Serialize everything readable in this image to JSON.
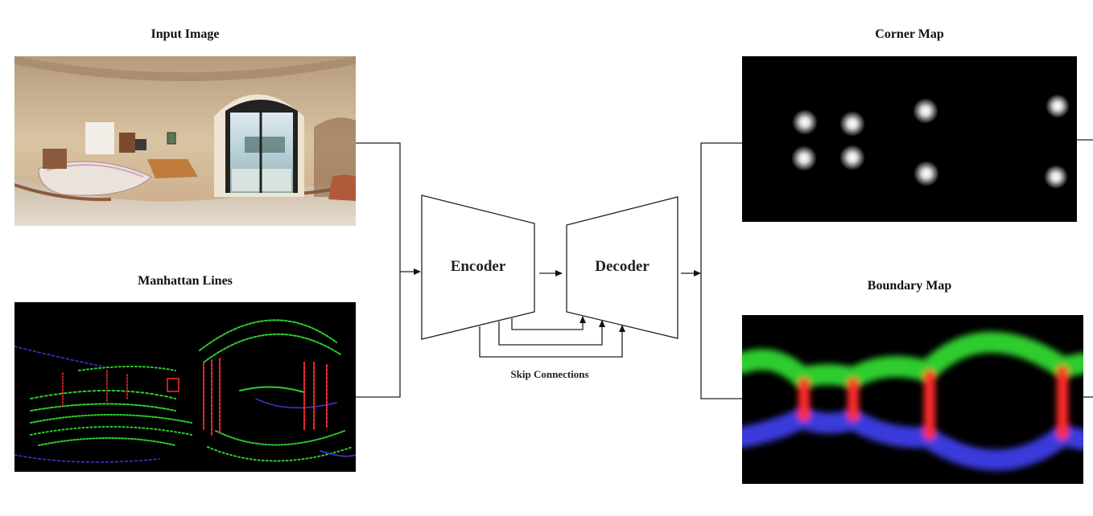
{
  "titles": {
    "input_image": "Input Image",
    "manhattan_lines": "Manhattan Lines",
    "corner_map": "Corner Map",
    "boundary_map": "Boundary Map"
  },
  "network": {
    "encoder": "Encoder",
    "decoder": "Decoder",
    "skip_connections": "Skip Connections"
  },
  "colors": {
    "wall_line": "#ff2a2a",
    "ceiling_line": "#2ecc2e",
    "floor_line": "#3b3bdc",
    "corner_blob": "#ffffff",
    "map_background": "#000000"
  }
}
